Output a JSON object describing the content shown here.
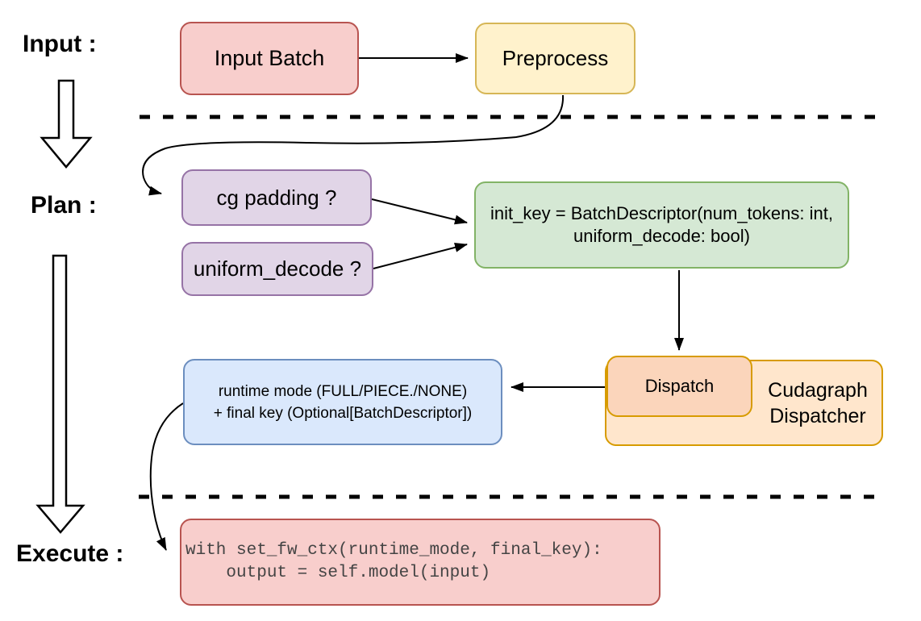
{
  "labels": {
    "input": "Input :",
    "plan": "Plan :",
    "execute": "Execute :"
  },
  "nodes": {
    "input_batch": "Input Batch",
    "preprocess": "Preprocess",
    "cg_padding": "cg padding ?",
    "uniform_decode": "uniform_decode ?",
    "init_key_line1": "init_key = BatchDescriptor(num_tokens: int,",
    "init_key_line2": "uniform_decode: bool)",
    "dispatch": "Dispatch",
    "cudagraph_line1": "Cudagraph",
    "cudagraph_line2": "Dispatcher",
    "runtime_line1": "runtime mode (FULL/PIECE./NONE)",
    "runtime_line2": "+ final key (Optional[BatchDescriptor])",
    "code_line1": "with set_fw_ctx(runtime_mode, final_key):",
    "code_line2": "    output = self.model(input)"
  },
  "colors": {
    "red_fill": "#f8cecc",
    "red_stroke": "#b85450",
    "yellow_fill": "#fff2cc",
    "yellow_stroke": "#d6b656",
    "purple_fill": "#e1d5e7",
    "purple_stroke": "#9673a6",
    "green_fill": "#d5e8d4",
    "green_stroke": "#82b366",
    "orange_fill": "#ffe6cc",
    "orange_fill_dark": "#fbd5bb",
    "orange_stroke": "#d79b00",
    "blue_fill": "#dae8fc",
    "blue_stroke": "#6c8ebf",
    "connector": "#000000",
    "code_text": "#444444"
  }
}
